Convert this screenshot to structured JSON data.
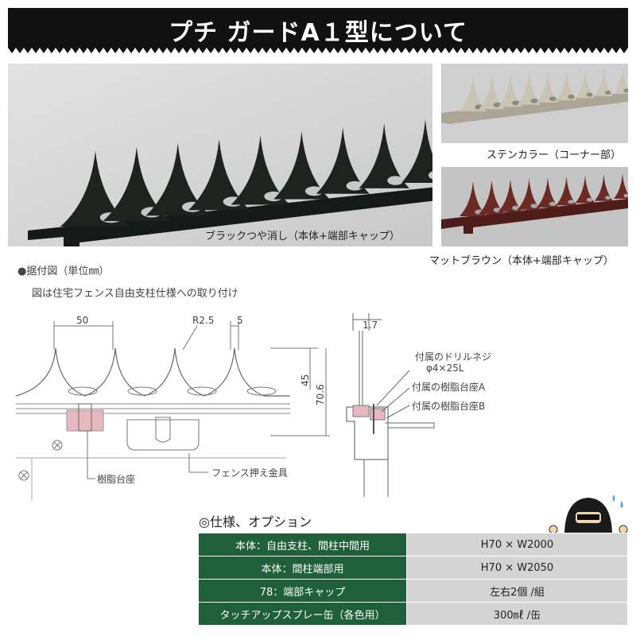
{
  "header": {
    "title": "プチ ガードA１型について"
  },
  "photos": {
    "main_caption": "ブラックつや消し（本体+端部キャップ）",
    "corner_caption": "ステンカラー（コーナー部）",
    "brown_caption": "マットブラウン（本体+端部キャップ）"
  },
  "diagram": {
    "heading": "●据付図（単位㎜）",
    "subheading": "図は住宅フェンス自由支柱仕様への取り付け",
    "dim_50": "50",
    "dim_r25": "R2.5",
    "dim_5": "5",
    "dim_45": "45",
    "dim_706": "70.6",
    "dim_17": "1.7",
    "label_resin_base": "樹脂台座",
    "label_fence_clamp": "フェンス押え金具",
    "label_screw_1": "付属のドリルネジ",
    "label_screw_2": "φ4×25L",
    "label_base_a": "付属の樹脂台座A",
    "label_base_b": "付属の樹脂台座B"
  },
  "spec": {
    "title": "◎仕様、オプション",
    "rows": [
      {
        "label": "本体：自由支柱、間柱中間用",
        "value": "H70 × W2000"
      },
      {
        "label": "本体：間柱端部用",
        "value": "H70 × W2050"
      },
      {
        "label": "78：端部キャップ",
        "value": "左右2個 /組"
      },
      {
        "label": "タッチアップスプレー缶（各色用）",
        "value": "300㎖ /缶"
      }
    ]
  },
  "colors": {
    "banner": "#111111",
    "spec_header": "#1f5f3a",
    "spec_cell": "#d4d4d4",
    "black_finish": "#1e2320",
    "stain_finish": "#c9c4b3",
    "brown_finish": "#6b2a24",
    "resin_base": "#e8b8c0"
  }
}
